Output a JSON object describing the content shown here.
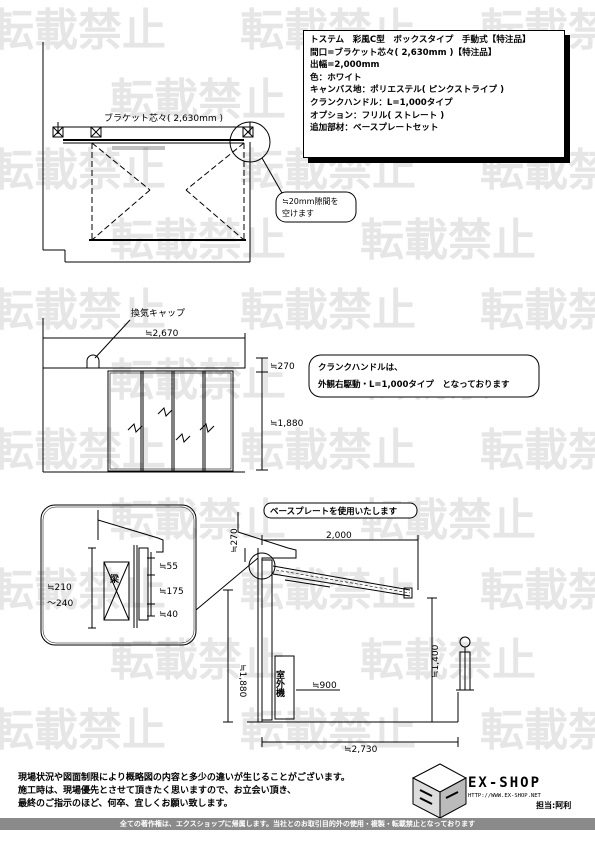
{
  "spec": {
    "line1": "トステム　彩風C型　ボックスタイプ　手動式【特注品】",
    "line2": "間口=ブラケット芯々( 2,630mm )【特注品】",
    "line3": "出幅=2,000mm",
    "line4": "色：ホワイト",
    "line5": "キャンバス地：ポリエステル( ピンクストライプ )",
    "line6": "クランクハンドル：L=1,000タイプ",
    "line7": "オプション：フリル( ストレート )",
    "line8": "追加部材：ベースプレートセット"
  },
  "plan": {
    "bracket_label": "ブラケット芯々( 2,630mm )",
    "gap_note_1": "≒20mm隙間を",
    "gap_note_2": "空けます"
  },
  "elevation": {
    "vent_label": "換気キャップ",
    "width_label": "≒2,670",
    "top_label": "≒270",
    "height_label": "≒1,880",
    "crank_note_1": "クランクハンドルは、",
    "crank_note_2": "外観右駆動・L=1,000タイプ　となっております"
  },
  "detail": {
    "beam_label": "梁",
    "h_range_1": "≒210",
    "h_range_2": "～240",
    "d55": "≒55",
    "d175": "≒175",
    "d40": "≒40"
  },
  "section": {
    "baseplate_note": "ベースプレートを使用いたします",
    "projection": "2,000",
    "top": "≒270",
    "height": "≒1,880",
    "front_height": "≒1,400",
    "unit_label": "室外機",
    "unit_gap": "≒900",
    "depth": "≒2,730"
  },
  "notes": {
    "line1": "現場状況や図面制限により概略図の内容と多少の違いが生じることがございます。",
    "line2": "施工時は、現場優先とさせて頂きたく思いますので、お立会い頂き、",
    "line3": "最終のご指示のほど、何卒、宜しくお願い致します。"
  },
  "brand": {
    "name": "EX-SHOP",
    "url": "HTTP://WWW.EX-SHOP.NET",
    "staff": "担当:阿利"
  },
  "footer": "全ての著作権は、エクスショップに帰属します。当社とのお取引目的外の使用・複製・転載禁止となっております",
  "watermark": "転載禁止"
}
